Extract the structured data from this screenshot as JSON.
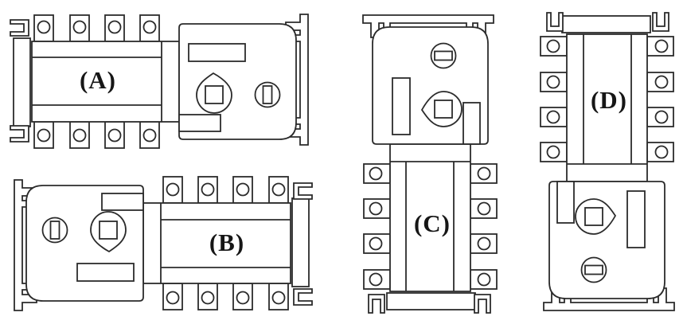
{
  "figure": {
    "type": "technical-line-diagram",
    "background_color": "#ffffff",
    "line_color": "#2b2b2b",
    "label_color": "#161616",
    "labels": [
      {
        "id": "A",
        "text": "(A)"
      },
      {
        "id": "B",
        "text": "(B)"
      },
      {
        "id": "C",
        "text": "(C)"
      },
      {
        "id": "D",
        "text": "(D)"
      }
    ],
    "parts": [
      "mounting-foot",
      "mounting-rail",
      "end-plate",
      "terminal-block",
      "switch-body",
      "control-panel",
      "display-window",
      "nameplate",
      "handle-base",
      "handle",
      "key-lock",
      "keyhole-slot"
    ]
  }
}
